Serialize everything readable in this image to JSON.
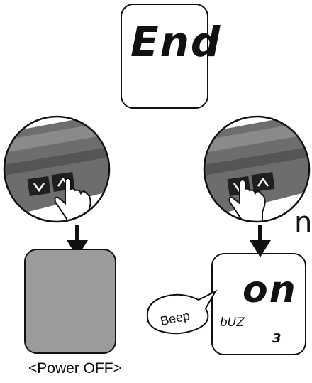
{
  "top_display": {
    "text": "End"
  },
  "result_display": {
    "main_text": "on",
    "sub_label": "bUZ",
    "sub_value": "3"
  },
  "speech_bubble": {
    "text": "Beep"
  },
  "power_off": {
    "caption": "<Power OFF>"
  },
  "edge_text": "n.",
  "colors": {
    "off_screen": "#9b9b9b",
    "stroke": "#111111",
    "device": "#6d6d6d",
    "button": "#1f1f1f"
  },
  "icons": [
    "hand-press-icon",
    "down-arrow-icon",
    "chevron-down-icon",
    "chevron-up-icon"
  ]
}
